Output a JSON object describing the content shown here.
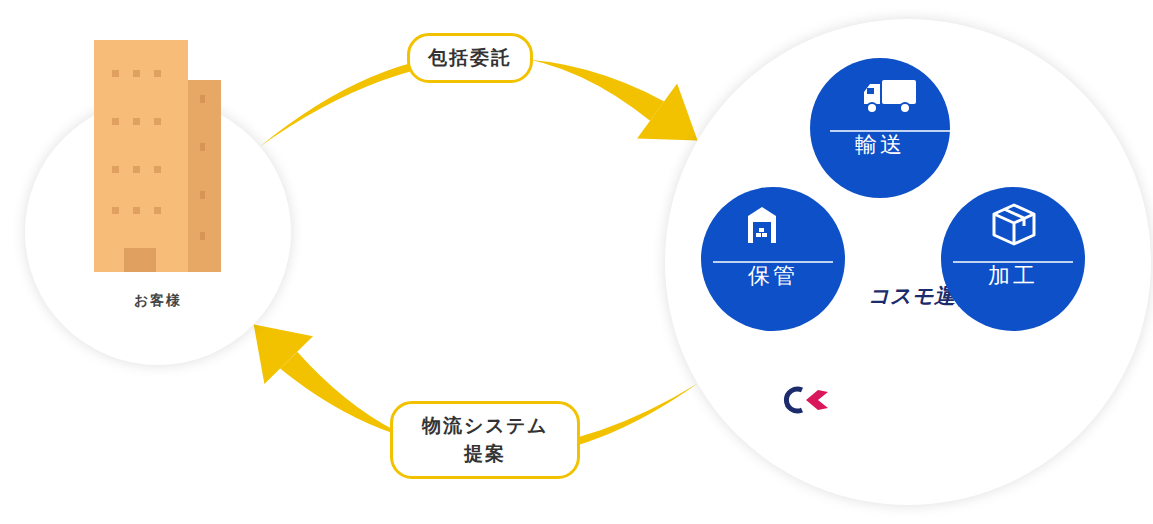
{
  "diagram": {
    "nodes": [
      {
        "text": [
          "お客様"
        ]
      },
      {
        "text": [
          "コスモ運輸"
        ]
      },
      {
        "text": [
          "輸送"
        ],
        "in": 1
      },
      {
        "text": [
          "保管"
        ],
        "in": 1
      },
      {
        "text": [
          "加工"
        ],
        "in": 1
      }
    ],
    "edges": [
      {
        "from": 0,
        "to": 1,
        "label": "包括委託",
        "arrow": "to"
      },
      {
        "from": 1,
        "to": 0,
        "label": "物流システム 提案",
        "arrow": "to"
      }
    ]
  }
}
